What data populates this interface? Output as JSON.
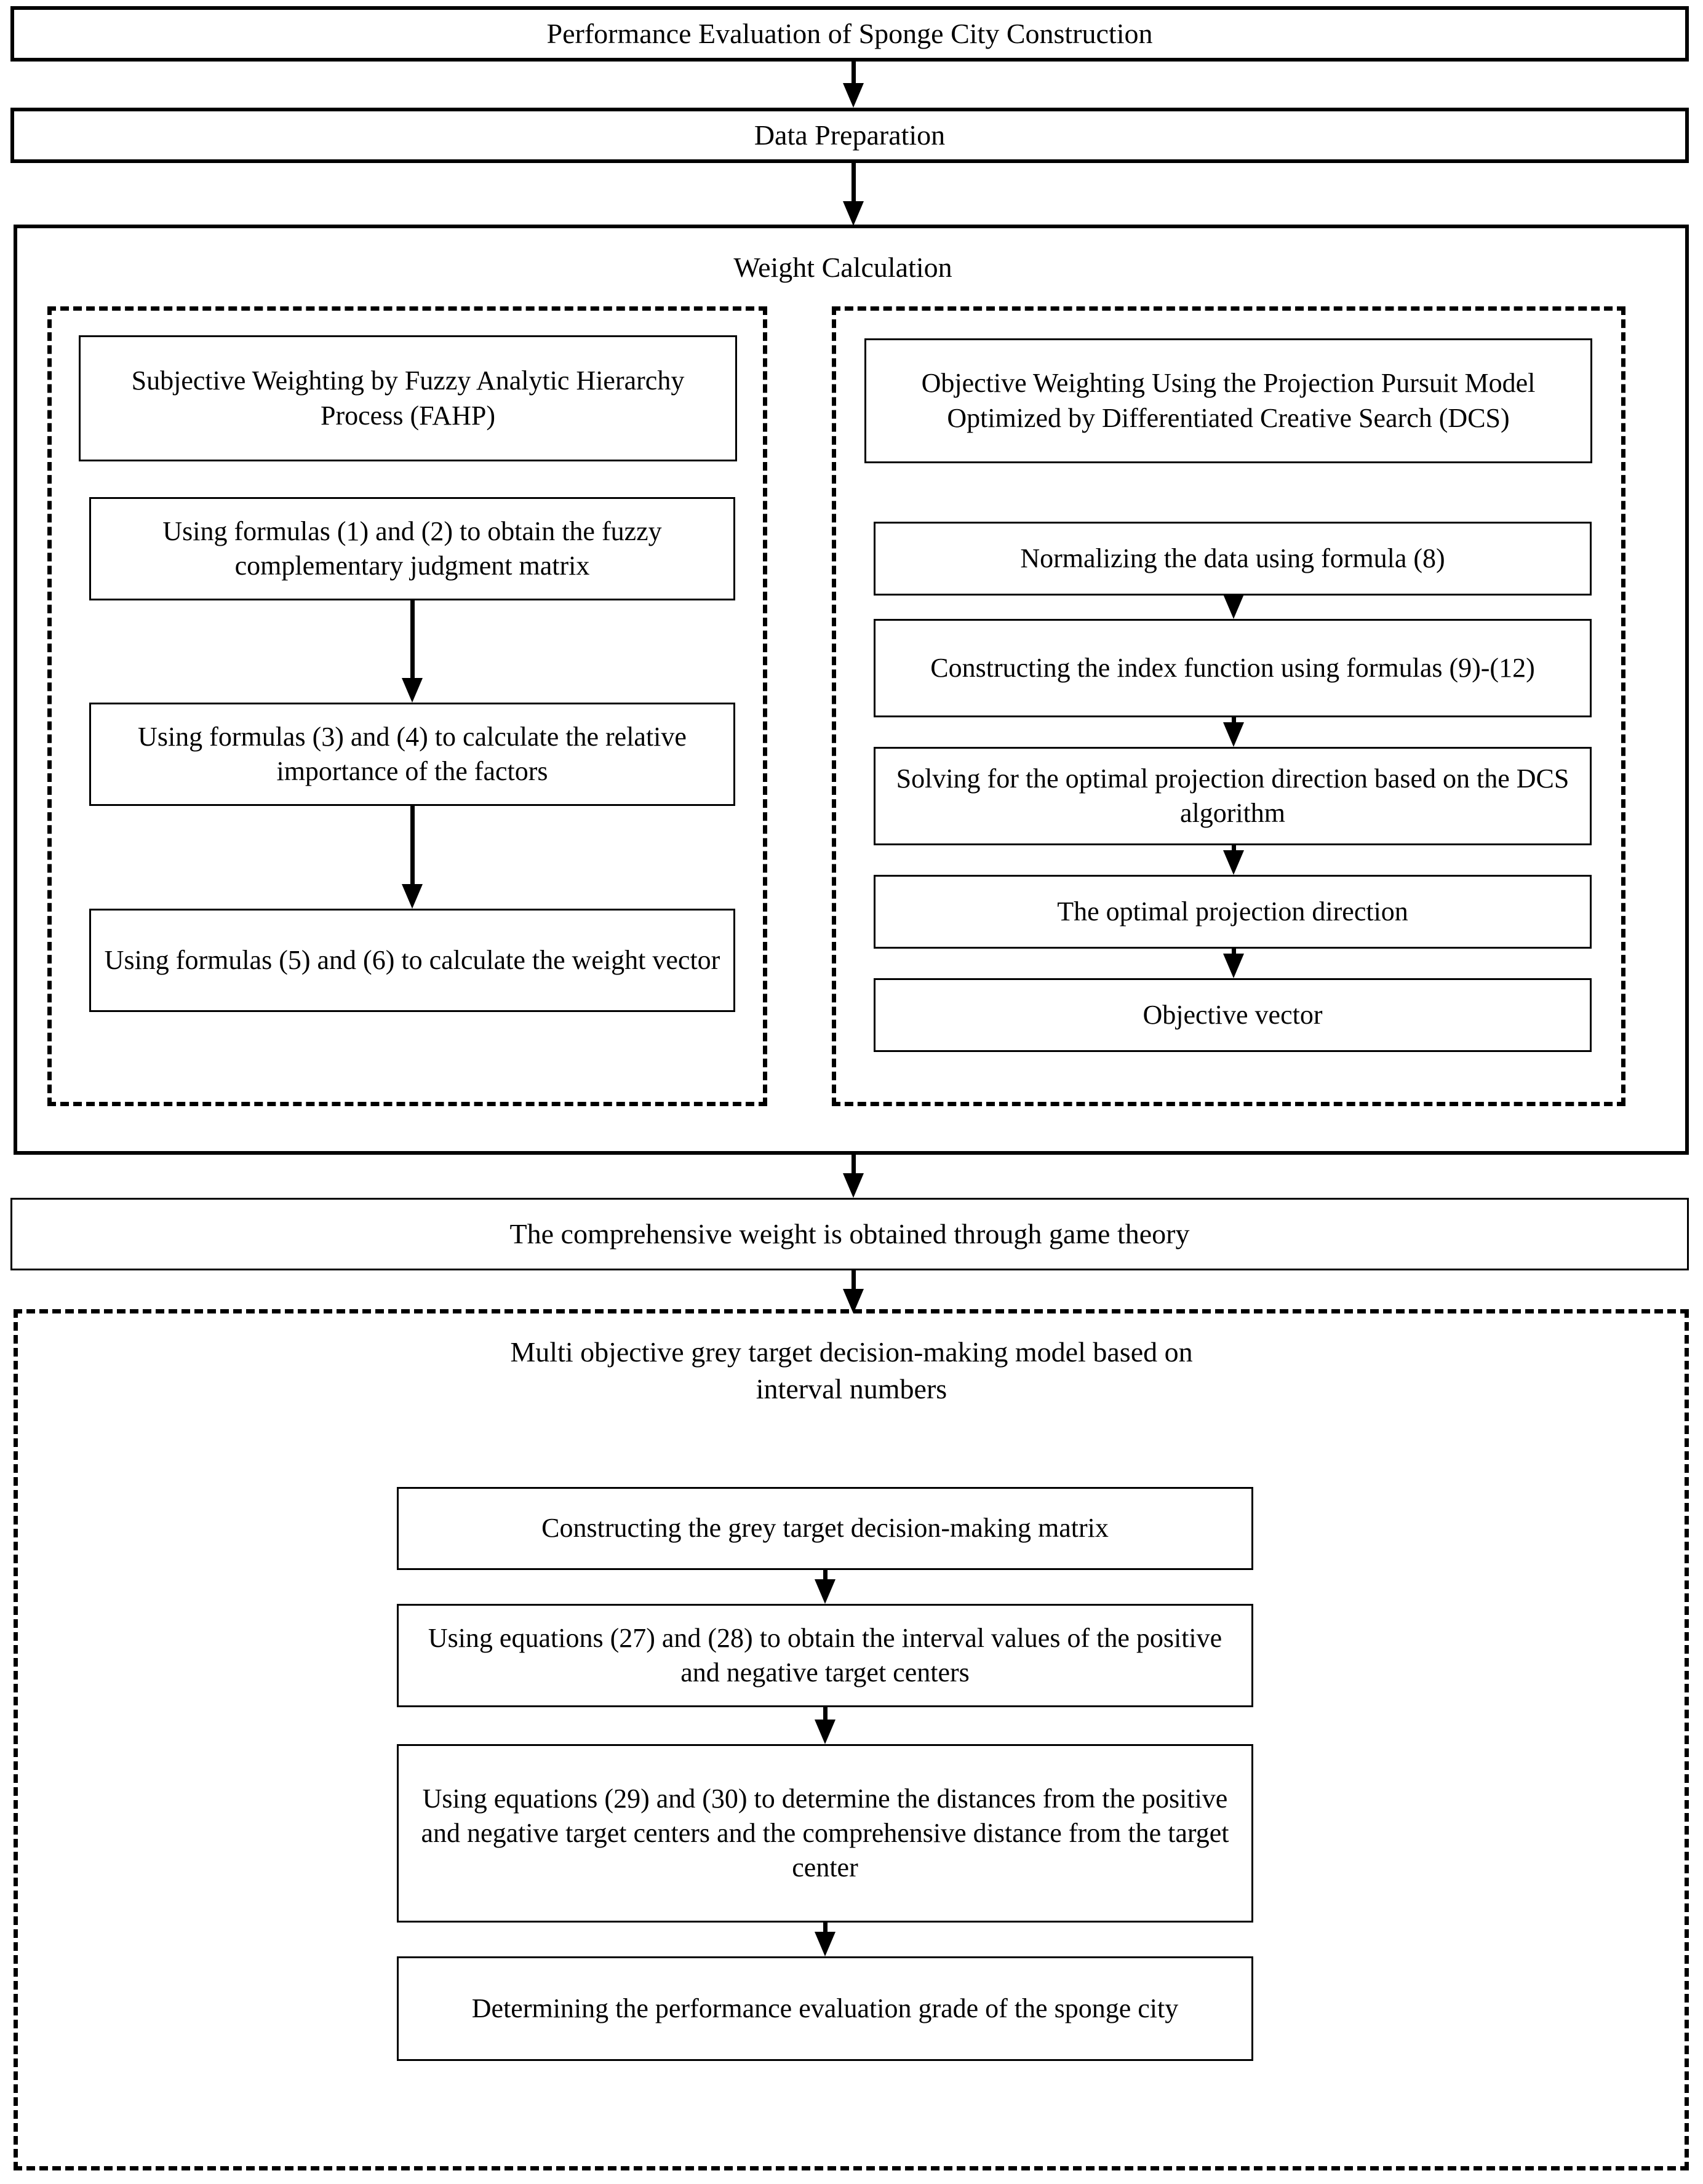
{
  "diagram": {
    "title_box": "Performance Evaluation of Sponge City Construction",
    "data_prep_box": "Data Preparation",
    "weight_calculation": {
      "section_title": "Weight Calculation",
      "subjective_branch": {
        "header": "Subjective Weighting by Fuzzy Analytic Hierarchy Process (FAHP)",
        "steps": [
          "Using formulas (1) and (2) to obtain the fuzzy complementary judgment matrix",
          "Using formulas (3) and (4) to calculate the relative importance of the factors",
          "Using formulas (5) and (6) to calculate the weight vector"
        ]
      },
      "objective_branch": {
        "header": "Objective Weighting Using the Projection Pursuit Model Optimized by Differentiated Creative Search (DCS)",
        "steps": [
          "Normalizing the data using formula (8)",
          "Constructing the index function using formulas (9)-(12)",
          "Solving for the optimal projection direction based on the DCS algorithm",
          "The optimal projection direction",
          "Objective vector"
        ]
      }
    },
    "comprehensive_weight_box": "The comprehensive weight is obtained through game theory",
    "grey_target_section": {
      "header": "Multi objective grey target decision-making model based on interval numbers",
      "steps": [
        "Constructing the grey target decision-making matrix",
        "Using equations (27) and (28) to obtain the interval values of the positive and negative target centers",
        "Using equations (29) and (30) to determine the distances from the positive and negative target centers and the comprehensive distance from the target center",
        "Determining the performance evaluation grade of the sponge city"
      ]
    }
  },
  "colors": {
    "stroke": "#000000",
    "background": "#ffffff"
  }
}
